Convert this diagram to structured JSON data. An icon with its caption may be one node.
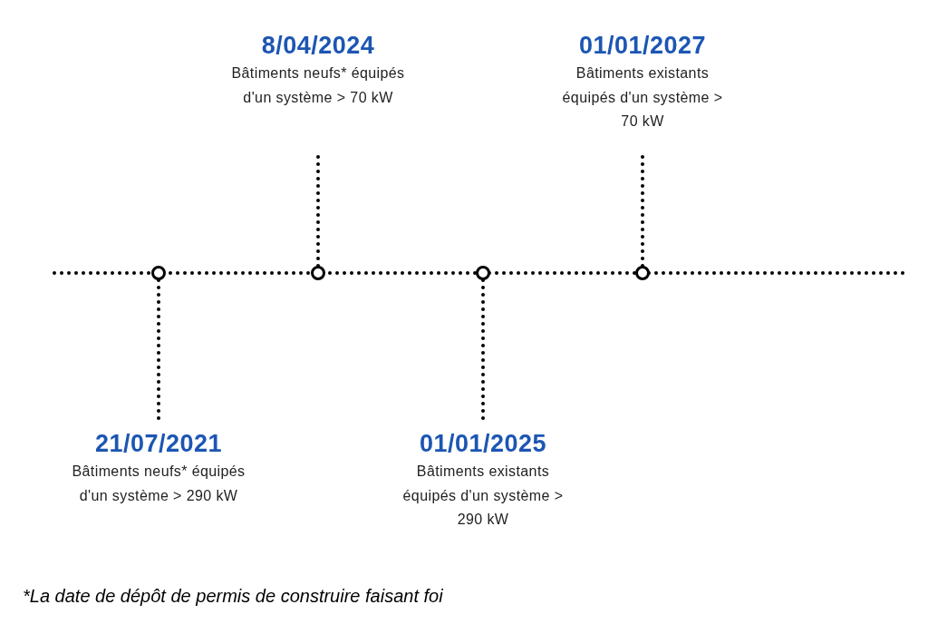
{
  "diagram": {
    "nodes": [
      {
        "text": [
          "21/07/2021",
          "Bâtiments neufs* équipés d'un système > 290 kW"
        ]
      },
      {
        "text": [
          "8/04/2024",
          "Bâtiments neufs* équipés d'un système > 70 kW"
        ]
      },
      {
        "text": [
          "01/01/2025",
          "Bâtiments existants équipés d'un système > 290 kW"
        ]
      },
      {
        "text": [
          "01/01/2027",
          "Bâtiments existants équipés d'un système > 70 kW"
        ]
      },
      {
        "text": [],
        "shape": "circle"
      },
      {
        "text": [],
        "shape": "circle"
      },
      {
        "text": [],
        "shape": "circle"
      },
      {
        "text": [],
        "shape": "circle"
      }
    ],
    "edges": [
      {
        "from": 4,
        "to": 0,
        "arrow": "none",
        "style": "dashed"
      },
      {
        "from": 5,
        "to": 1,
        "arrow": "none",
        "style": "dashed"
      },
      {
        "from": 6,
        "to": 2,
        "arrow": "none",
        "style": "dashed"
      },
      {
        "from": 7,
        "to": 3,
        "arrow": "none",
        "style": "dashed"
      }
    ],
    "labels": [
      "*La date de dépôt de permis de construire faisant foi"
    ]
  }
}
